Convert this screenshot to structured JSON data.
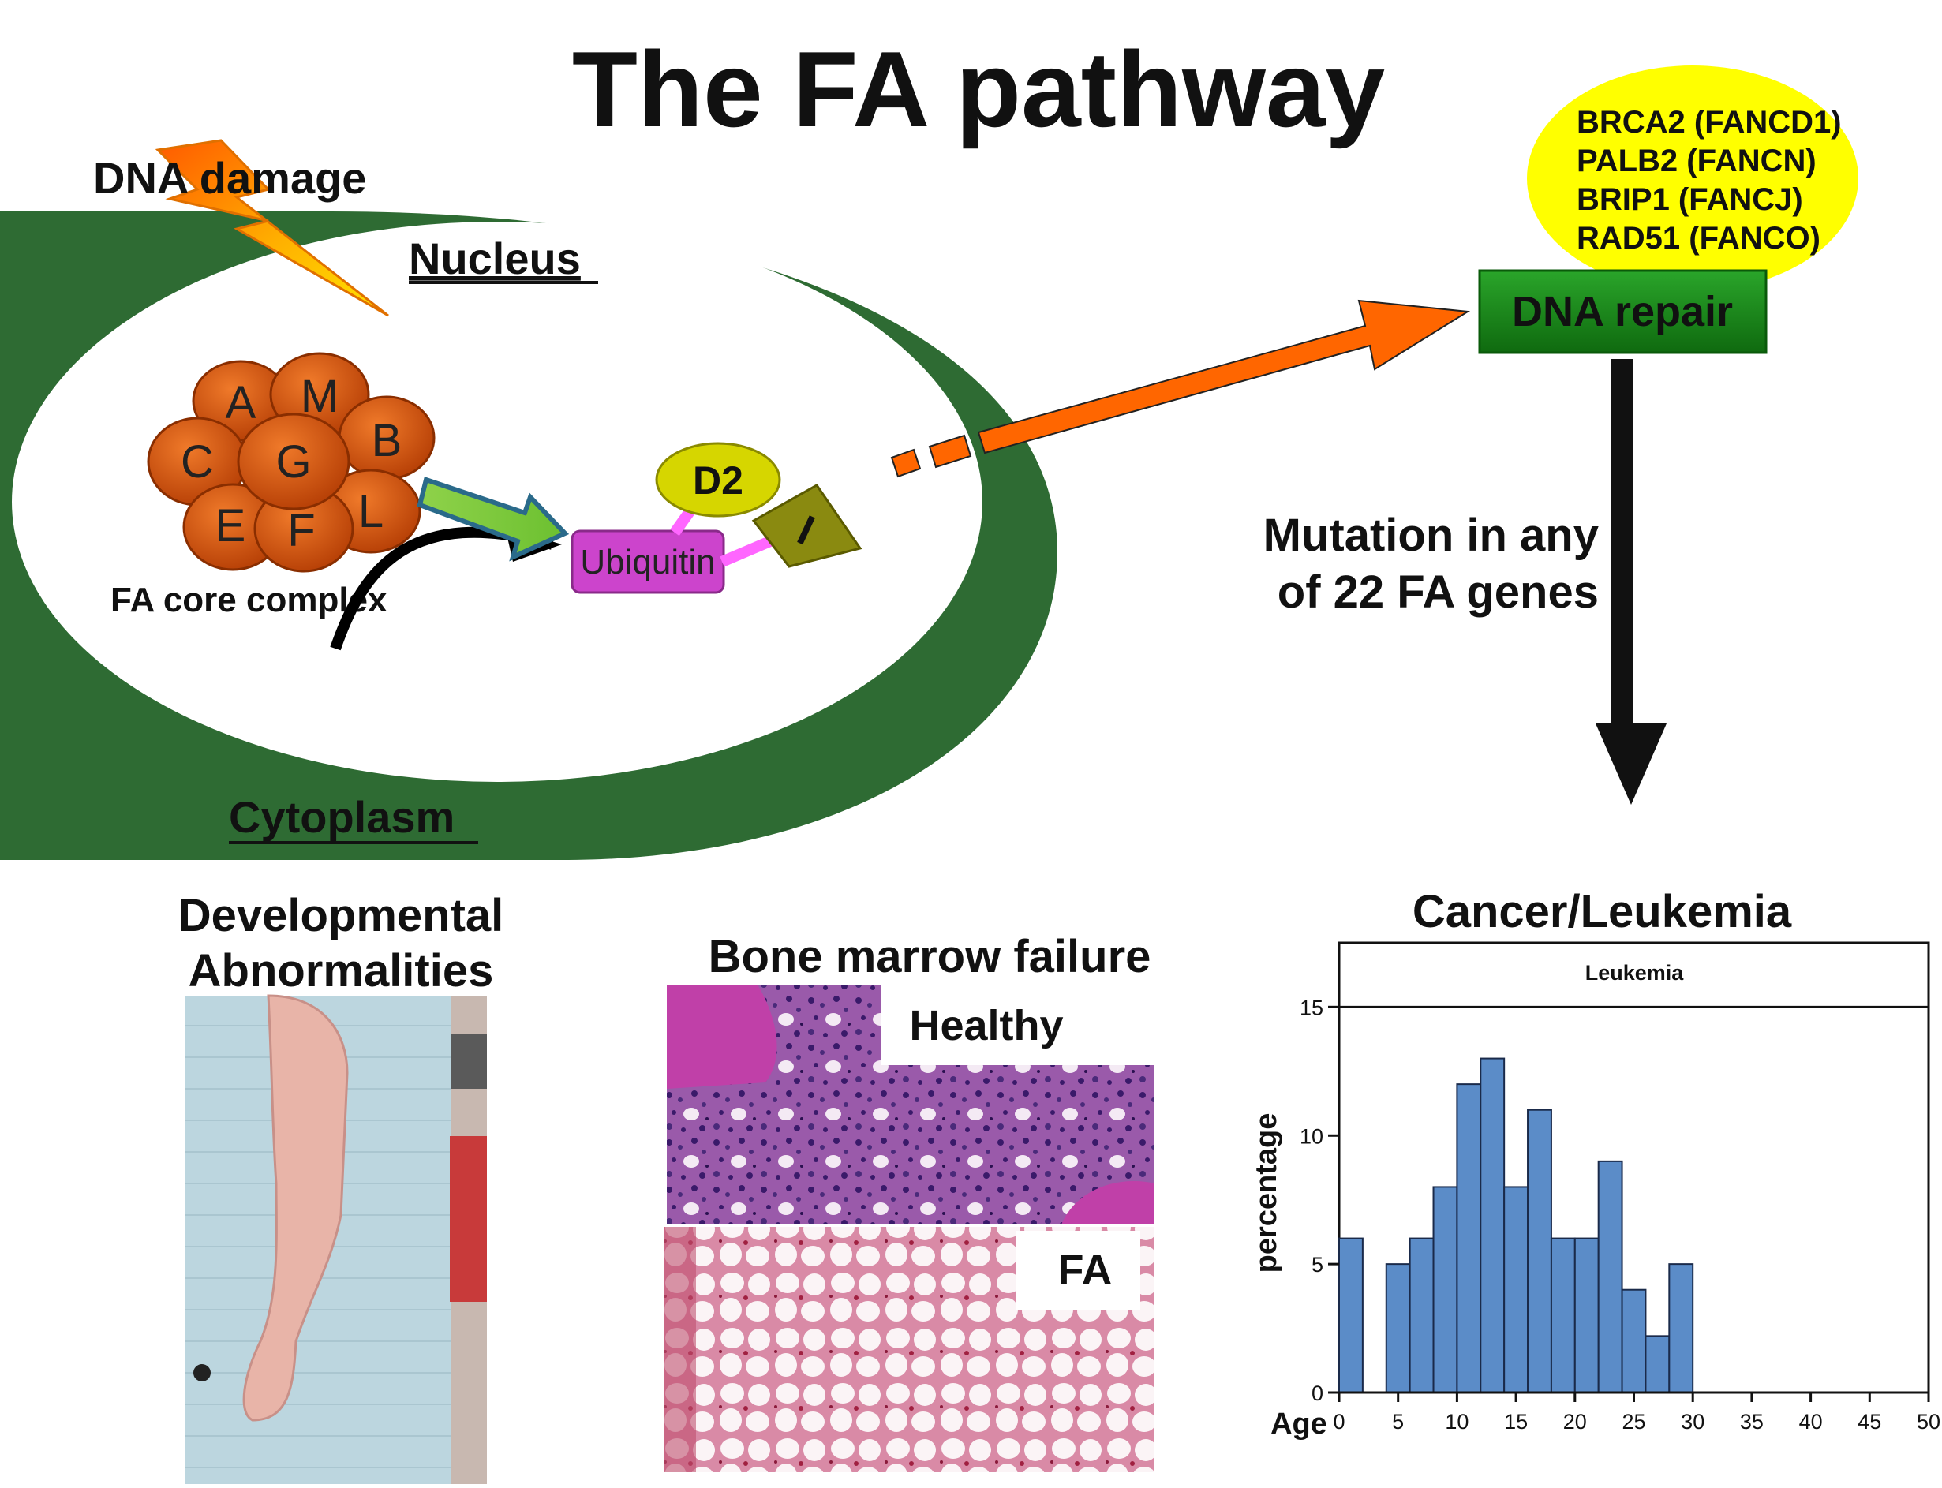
{
  "title": "The FA pathway",
  "labels": {
    "dna_damage": "DNA damage",
    "nucleus": "Nucleus",
    "cytoplasm": "Cytoplasm",
    "core_complex": "FA core complex",
    "ubiquitin": "Ubiquitin",
    "d2": "D2",
    "i_protein": "I",
    "dna_repair": "DNA repair",
    "mutation_line1": "Mutation in any",
    "mutation_line2": "of 22 FA genes"
  },
  "core_subunits": [
    "A",
    "M",
    "B",
    "C",
    "G",
    "L",
    "E",
    "F"
  ],
  "downstream_genes": [
    "BRCA2 (FANCD1)",
    "PALB2 (FANCN)",
    "BRIP1 (FANCJ)",
    "RAD51 (FANCO)"
  ],
  "panels": {
    "developmental_line1": "Developmental",
    "developmental_line2": "Abnormalities",
    "bone_marrow": "Bone marrow failure",
    "healthy": "Healthy",
    "fa": "FA",
    "cancer": "Cancer/Leukemia"
  },
  "colors": {
    "cytoplasm": "#2e6b33",
    "core_orange": "#d4500a",
    "dna_repair_green": "#1b8c1b",
    "arrow_orange": "#ff6600",
    "ellipse_yellow": "#ffff00",
    "ubiquitin_magenta": "#cc44cc",
    "d2_yellow": "#c8c800",
    "i_olive": "#8a8a10",
    "bar_blue": "#5b8cc8"
  },
  "chart_data": {
    "type": "bar",
    "title": "Leukemia",
    "xlabel": "Age",
    "ylabel": "percentage",
    "x_ticks": [
      0,
      5,
      10,
      15,
      20,
      25,
      30,
      35,
      40,
      45,
      50
    ],
    "y_ticks": [
      0,
      5,
      10,
      15
    ],
    "xlim": [
      0,
      50
    ],
    "ylim": [
      0,
      17.5
    ],
    "bin_width": 2,
    "bin_starts": [
      0,
      4,
      6,
      8,
      10,
      12,
      14,
      16,
      18,
      20,
      22,
      24,
      26,
      28
    ],
    "values": [
      6,
      5,
      6,
      8,
      12,
      13,
      8,
      11,
      6,
      6,
      9,
      4,
      2.2,
      5
    ]
  }
}
